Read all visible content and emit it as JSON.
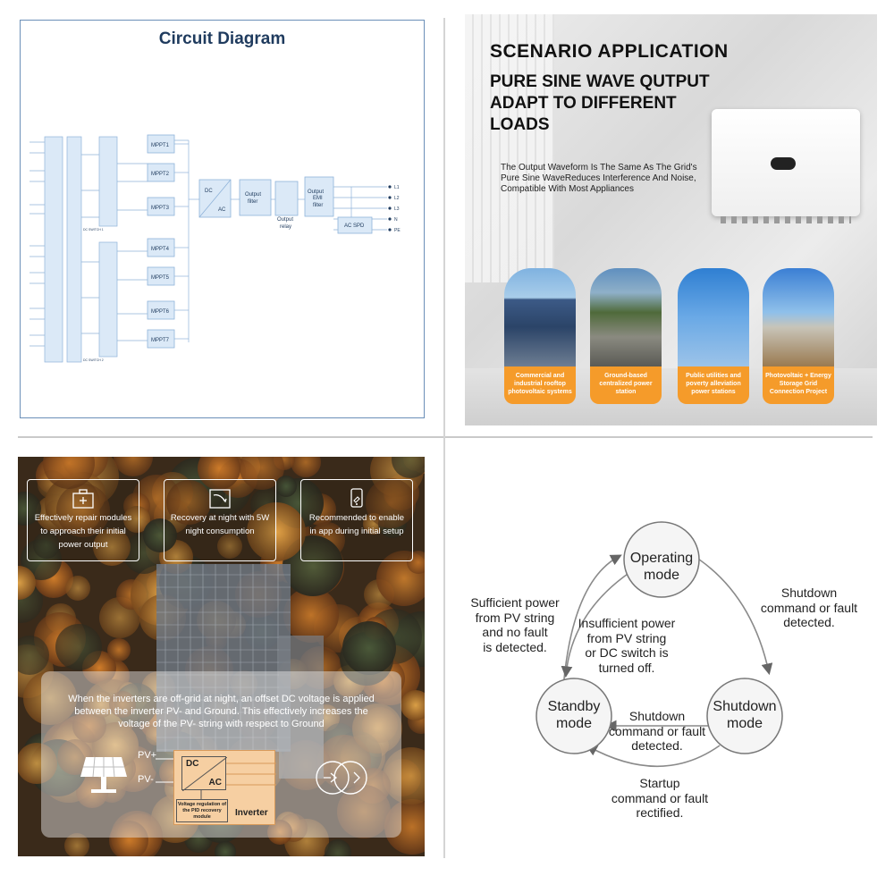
{
  "circuit_panel": {
    "title": "Circuit Diagram",
    "mppt_labels": [
      "MPPT1",
      "MPPT2",
      "MPPT3",
      "MPPT4",
      "MPPT5",
      "MPPT6",
      "MPPT7"
    ],
    "dc_ac": [
      "DC",
      "AC"
    ],
    "output_filter": [
      "Output",
      "filter"
    ],
    "output_relay": [
      "Output",
      "relay"
    ],
    "output_emi": [
      "Output",
      "EMI",
      "filter"
    ],
    "ac_spd": "AC SPD",
    "terminals": [
      "L1",
      "L2",
      "L3",
      "N",
      "PE"
    ],
    "dc_switch_1": "DC SWITCH 1",
    "dc_switch_2": "DC SWITCH 2"
  },
  "scenario_panel": {
    "heading": "SCENARIO APPLICATION",
    "subheading": "PURE SINE WAVE QUTPUT ADAPT TO DIFFERENT LOADS",
    "description": "The Output Waveform Is The Same As The Grid's Pure Sine WaveReduces Interference And Noise, Compatible With Most Appliances",
    "cards": [
      {
        "label": "Commercial and industrial rooftop photovoltaic systems"
      },
      {
        "label": "Ground-based centralized power station"
      },
      {
        "label": "Public utilities and poverty alleviation power stations"
      },
      {
        "label": "Photovoltaic + Energy Storage Grid Connection Project"
      }
    ]
  },
  "night_panel": {
    "features": [
      {
        "icon": "repair-kit-icon",
        "text": "Effectively repair modules to approach their initial power output"
      },
      {
        "icon": "night-consumption-icon",
        "text": "Recovery at night with 5W night consumption"
      },
      {
        "icon": "phone-app-icon",
        "text": "Recommended to enable in app during initial setup"
      }
    ],
    "paragraph": "When the inverters are off-grid at night, an offset DC voltage is applied between the inverter PV- and Ground. This effectively increases the voltage of the PV- string with respect to Ground",
    "pv_plus": "PV+",
    "pv_minus": "PV-",
    "dc": "DC",
    "ac": "AC",
    "pid_module": "Voltage regulation of the PID recovery module",
    "inverter": "Inverter"
  },
  "modes_panel": {
    "operating": [
      "Operating",
      "mode"
    ],
    "standby": [
      "Standby",
      "mode"
    ],
    "shutdown": [
      "Shutdown",
      "mode"
    ],
    "sufficient": [
      "Sufficient power",
      "from PV string",
      "and no fault",
      "is detected."
    ],
    "insufficient": [
      "Insufficient power",
      "from PV string",
      "or DC switch is",
      "turned off."
    ],
    "shutdown_cmd_top": [
      "Shutdown",
      "command or fault",
      "detected."
    ],
    "shutdown_cmd_mid": [
      "Shutdown",
      "command or fault",
      "detected."
    ],
    "startup": [
      "Startup",
      "command or fault",
      "rectified."
    ]
  },
  "colors": {
    "circuit_block": "#dbe9f7",
    "circuit_border": "#8fb3d9",
    "card_orange": "#f59b2a",
    "mode_circle": "#f5f5f5"
  }
}
